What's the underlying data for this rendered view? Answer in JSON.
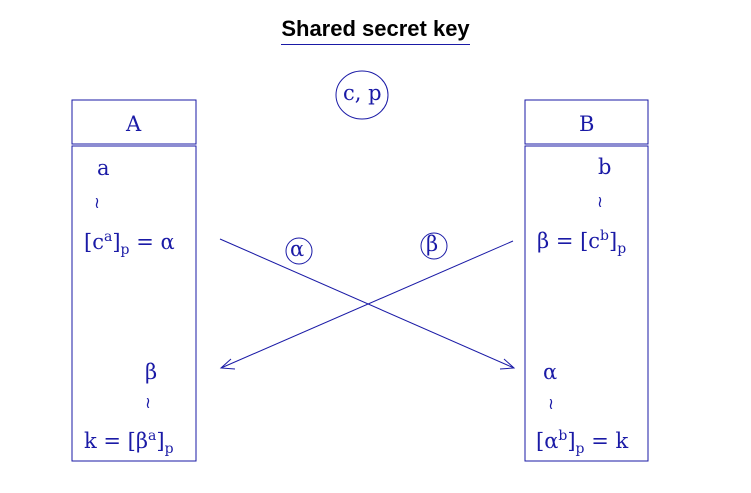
{
  "title": "Shared secret key",
  "shared": "c, p",
  "party_a": {
    "name": "A",
    "secret": "a",
    "public_base": "c",
    "public_exp": "a",
    "public_mod": "p",
    "public_eq": "= α",
    "received": "β",
    "key_lhs": "k = [β",
    "key_exp": "a",
    "key_mod": "p"
  },
  "party_b": {
    "name": "B",
    "secret": "b",
    "public_lhs": "β = [c",
    "public_exp": "b",
    "public_mod": "p",
    "received": "α",
    "key_base": "[α",
    "key_exp": "b",
    "key_mod": "p",
    "key_eq": "= k"
  },
  "messages": {
    "alpha": "α",
    "beta": "β"
  },
  "squiggle": "≀",
  "colors": {
    "ink": "#1a1aa6"
  }
}
